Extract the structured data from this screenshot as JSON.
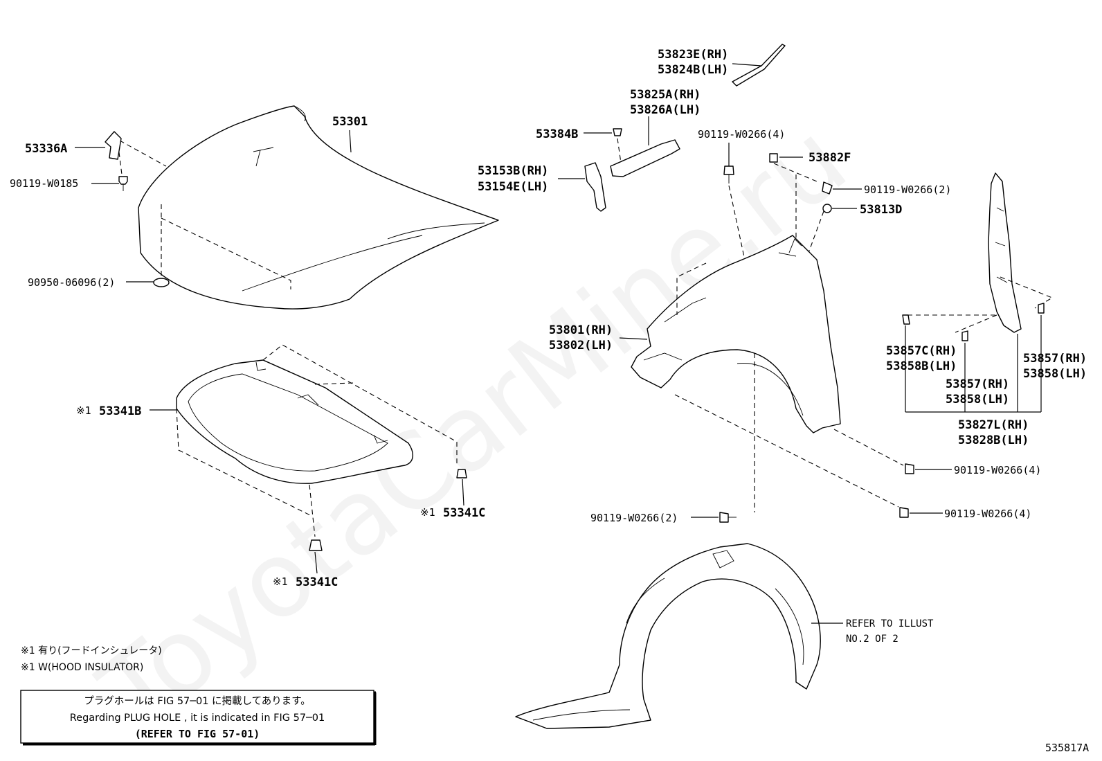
{
  "watermark": "ToyotaCarMine.ru",
  "labels": {
    "hood": "53301",
    "hood_hinge": "53336A",
    "hood_bolt": "90119-W0185",
    "hood_cushion": "90950-06096(2)",
    "insulator_mark": "※1",
    "insulator": "53341B",
    "insulator_clip_1": "53341C",
    "insulator_clip_2": "53341C",
    "seal_rh": "53823E(RH)",
    "seal_lh": "53824B(LH)",
    "bracket_rh": "53825A(RH)",
    "bracket_lh": "53826A(LH)",
    "clip_53384b": "53384B",
    "stay_rh": "53153B(RH)",
    "stay_lh": "53154E(LH)",
    "bolt_top": "90119-W0266(4)",
    "clip_53882f": "53882F",
    "bolt_right_2": "90119-W0266(2)",
    "clip_53813d": "53813D",
    "fender_rh": "53801(RH)",
    "fender_lh": "53802(LH)",
    "bolt_low_4a": "90119-W0266(4)",
    "bolt_low_4b": "90119-W0266(4)",
    "bolt_low_2": "90119-W0266(2)",
    "pad_c_rh": "53857C(RH)",
    "pad_b_lh": "53858B(LH)",
    "pad_rh_mid": "53857(RH)",
    "pad_lh_mid": "53858(LH)",
    "pad_rh_right": "53857(RH)",
    "pad_lh_right": "53858(LH)",
    "seal_panel_rh": "53827L(RH)",
    "seal_panel_lh": "53828B(LH)",
    "liner_ref_1": "REFER TO ILLUST",
    "liner_ref_2": "NO.2 OF 2"
  },
  "notes": {
    "line1": "※1 有り(フードインシュレータ)",
    "line2": "※1 W(HOOD INSULATOR)"
  },
  "refer_box": {
    "line1": "プラグホールは FIG 57─01 に掲載してあります。",
    "line2": "Regarding PLUG HOLE , it is indicated in FIG 57─01",
    "line3": "(REFER TO FIG 57-01)"
  },
  "figure_id": "535817A"
}
